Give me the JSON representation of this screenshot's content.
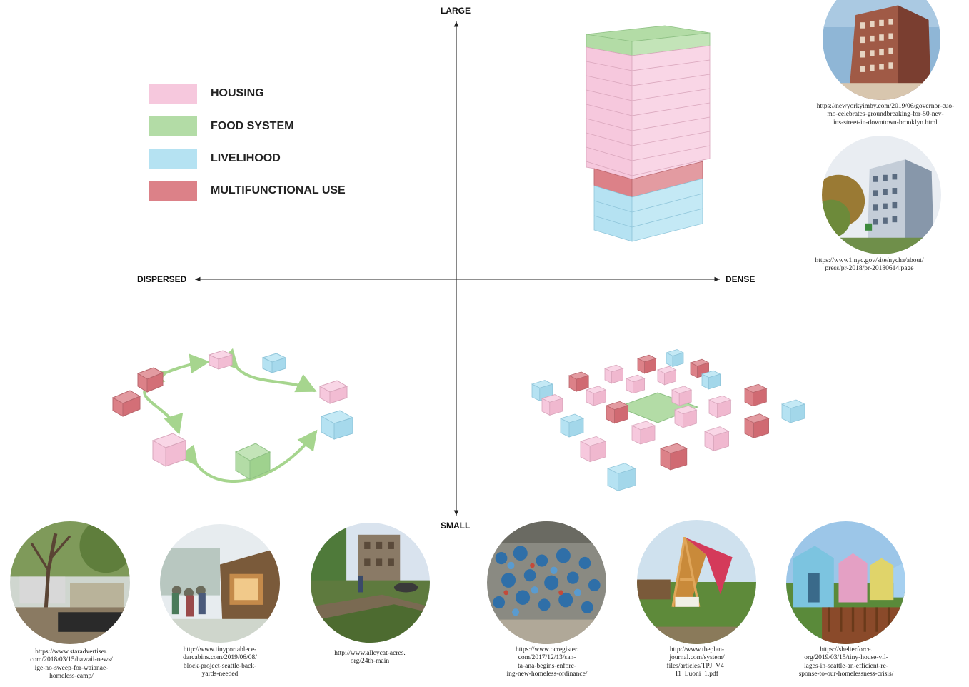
{
  "axes": {
    "top": "LARGE",
    "bottom": "SMALL",
    "left": "DISPERSED",
    "right": "DENSE"
  },
  "legend": [
    {
      "label": "HOUSING",
      "color": "#f6c8dd"
    },
    {
      "label": "FOOD SYSTEM",
      "color": "#b3dca6"
    },
    {
      "label": "LIVELIHOOD",
      "color": "#b5e2f2"
    },
    {
      "label": "MULTIFUNCTIONAL USE",
      "color": "#dc8188"
    }
  ],
  "captions": {
    "top_right_1": [
      "https://newyorkyimby.com/2019/06/governor-cuo-",
      "mo-celebrates-groundbreaking-for-50-nev-",
      "ins-street-in-downtown-brooklyn.html"
    ],
    "top_right_2": [
      "https://www1.nyc.gov/site/nycha/about/",
      "press/pr-2018/pr-20180614.page"
    ],
    "bottom_1": [
      "https://www.staradvertiser.",
      "com/2018/03/15/hawaii-news/",
      "ige-no-sweep-for-waianae-",
      "homeless-camp/"
    ],
    "bottom_2": [
      "http://www.tinyportablece-",
      "darcabins.com/2019/06/08/",
      "block-project-seattle-back-",
      "yards-needed"
    ],
    "bottom_3": [
      "http://www.alleycat-acres.",
      "org/24th-main"
    ],
    "bottom_4": [
      "https://www.ocregister.",
      "com/2017/12/13/san-",
      "ta-ana-begins-enforc-",
      "ing-new-homeless-ordinance/"
    ],
    "bottom_5": [
      "http://www.theplan-",
      "journal.com/system/",
      "files/articles/TPJ_V4_",
      "I1_Luoni_1.pdf"
    ],
    "bottom_6": [
      "https://shelterforce.",
      "org/2019/03/15/tiny-house-vil-",
      "lages-in-seattle-an-efficient-re-",
      "sponse-to-our-homelessness-crisis/"
    ]
  },
  "icons": {
    "photos": [
      "tower-brick-photo",
      "housing-block-photo",
      "homeless-camp-photo",
      "tiny-cabin-photo",
      "urban-farm-photo",
      "tent-lot-photo",
      "a-frame-shelter-photo",
      "tiny-house-village-photo"
    ]
  }
}
